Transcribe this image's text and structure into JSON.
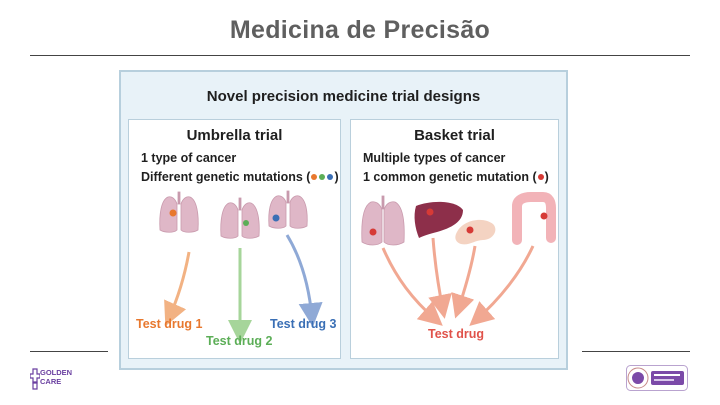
{
  "slide": {
    "title": "Medicina de Precisão"
  },
  "figure": {
    "title": "Novel precision medicine trial designs",
    "umbrella": {
      "title": "Umbrella trial",
      "line1": "1 type of cancer",
      "line2_prefix": "Different genetic mutations (",
      "line2_suffix": ")",
      "drugs": [
        "Test drug 1",
        "Test drug 2",
        "Test drug 3"
      ]
    },
    "basket": {
      "title": "Basket trial",
      "line1": "Multiple types of cancer",
      "line2_prefix": "1 common genetic mutation (",
      "line2_suffix": ")",
      "drug": "Test drug"
    }
  },
  "colors": {
    "orange": "#e8782e",
    "green": "#5cae57",
    "blue": "#3a6fb5",
    "red": "#d63a36",
    "arrow_orange": "#f2b283",
    "arrow_green": "#a6d59a",
    "arrow_blue": "#8fa9d6",
    "arrow_salmon": "#f1a892",
    "lung": "#dfb7c7",
    "liver": "#8d2f4a",
    "pancreas": "#f4d3c2",
    "colon": "#f2b3b8"
  },
  "logos": {
    "left": {
      "text": "GOLDEN CARE",
      "icon": "medical-cross-icon"
    },
    "right": {
      "icon": "cancer-center-seal-icon"
    }
  }
}
